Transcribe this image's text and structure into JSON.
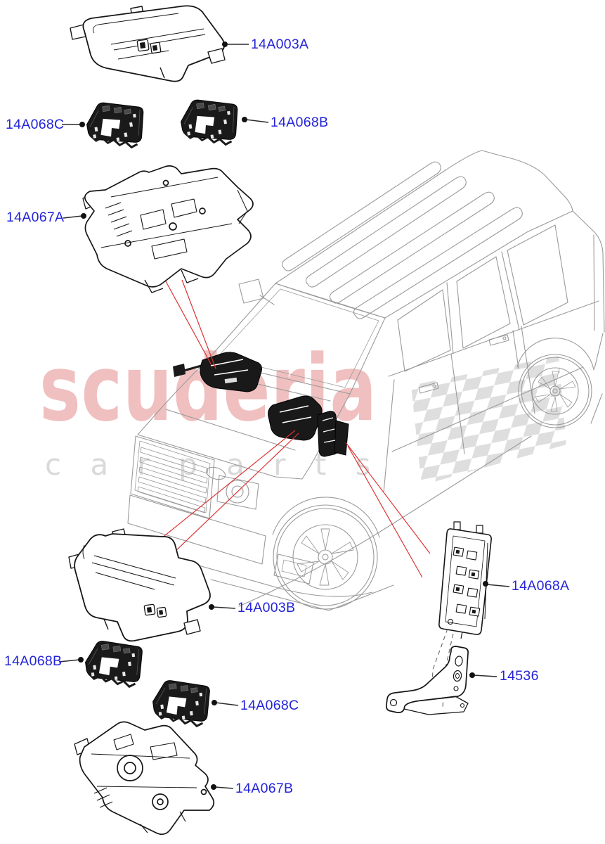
{
  "watermark": {
    "line1": "scuderia",
    "line2": "c a r  p a r t s",
    "color_primary": "#f0bfbf",
    "color_secondary": "#d9d9d9"
  },
  "callouts": [
    {
      "id": "cover-top",
      "text": "14A003A"
    },
    {
      "id": "fusebox-top-left",
      "text": "14A068C"
    },
    {
      "id": "fusebox-top-right",
      "text": "14A068B"
    },
    {
      "id": "tray-top",
      "text": "14A067A"
    },
    {
      "id": "cover-bottom",
      "text": "14A003B"
    },
    {
      "id": "fusebox-bot-left",
      "text": "14A068B"
    },
    {
      "id": "fusebox-bot-right",
      "text": "14A068C"
    },
    {
      "id": "tray-bottom",
      "text": "14A067B"
    },
    {
      "id": "panel-right",
      "text": "14A068A"
    },
    {
      "id": "bracket",
      "text": "14536"
    }
  ],
  "colors": {
    "label_blue": "#2424d9",
    "leader_line": "#2b2b2b",
    "leader_dot": "#111111",
    "highlight_red": "#dd3333",
    "part_line": "#161616",
    "vehicle_line": "#9a9a9a",
    "checker_gray": "#dedede"
  }
}
